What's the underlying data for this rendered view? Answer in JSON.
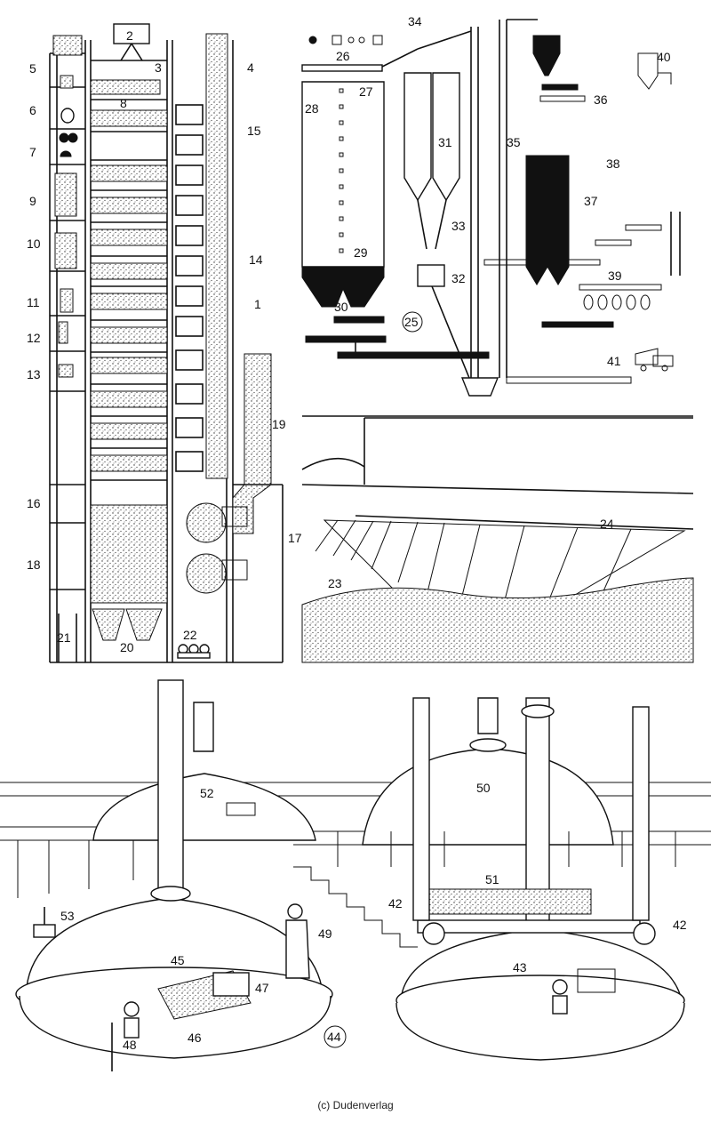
{
  "copyright": "(c) Dudenverlag",
  "colors": {
    "ink": "#111111",
    "paper": "#ffffff"
  },
  "labels": [
    "1",
    "2",
    "3",
    "4",
    "5",
    "6",
    "7",
    "8",
    "9",
    "10",
    "11",
    "12",
    "13",
    "14",
    "15",
    "16",
    "17",
    "18",
    "19",
    "20",
    "21",
    "22",
    "23",
    "24",
    "25",
    "26",
    "27",
    "28",
    "29",
    "30",
    "31",
    "32",
    "33",
    "34",
    "35",
    "36",
    "37",
    "38",
    "39",
    "40",
    "41",
    "42",
    "43",
    "44",
    "45",
    "46",
    "47",
    "49",
    "50",
    "51",
    "52",
    "53",
    "48",
    "42"
  ]
}
